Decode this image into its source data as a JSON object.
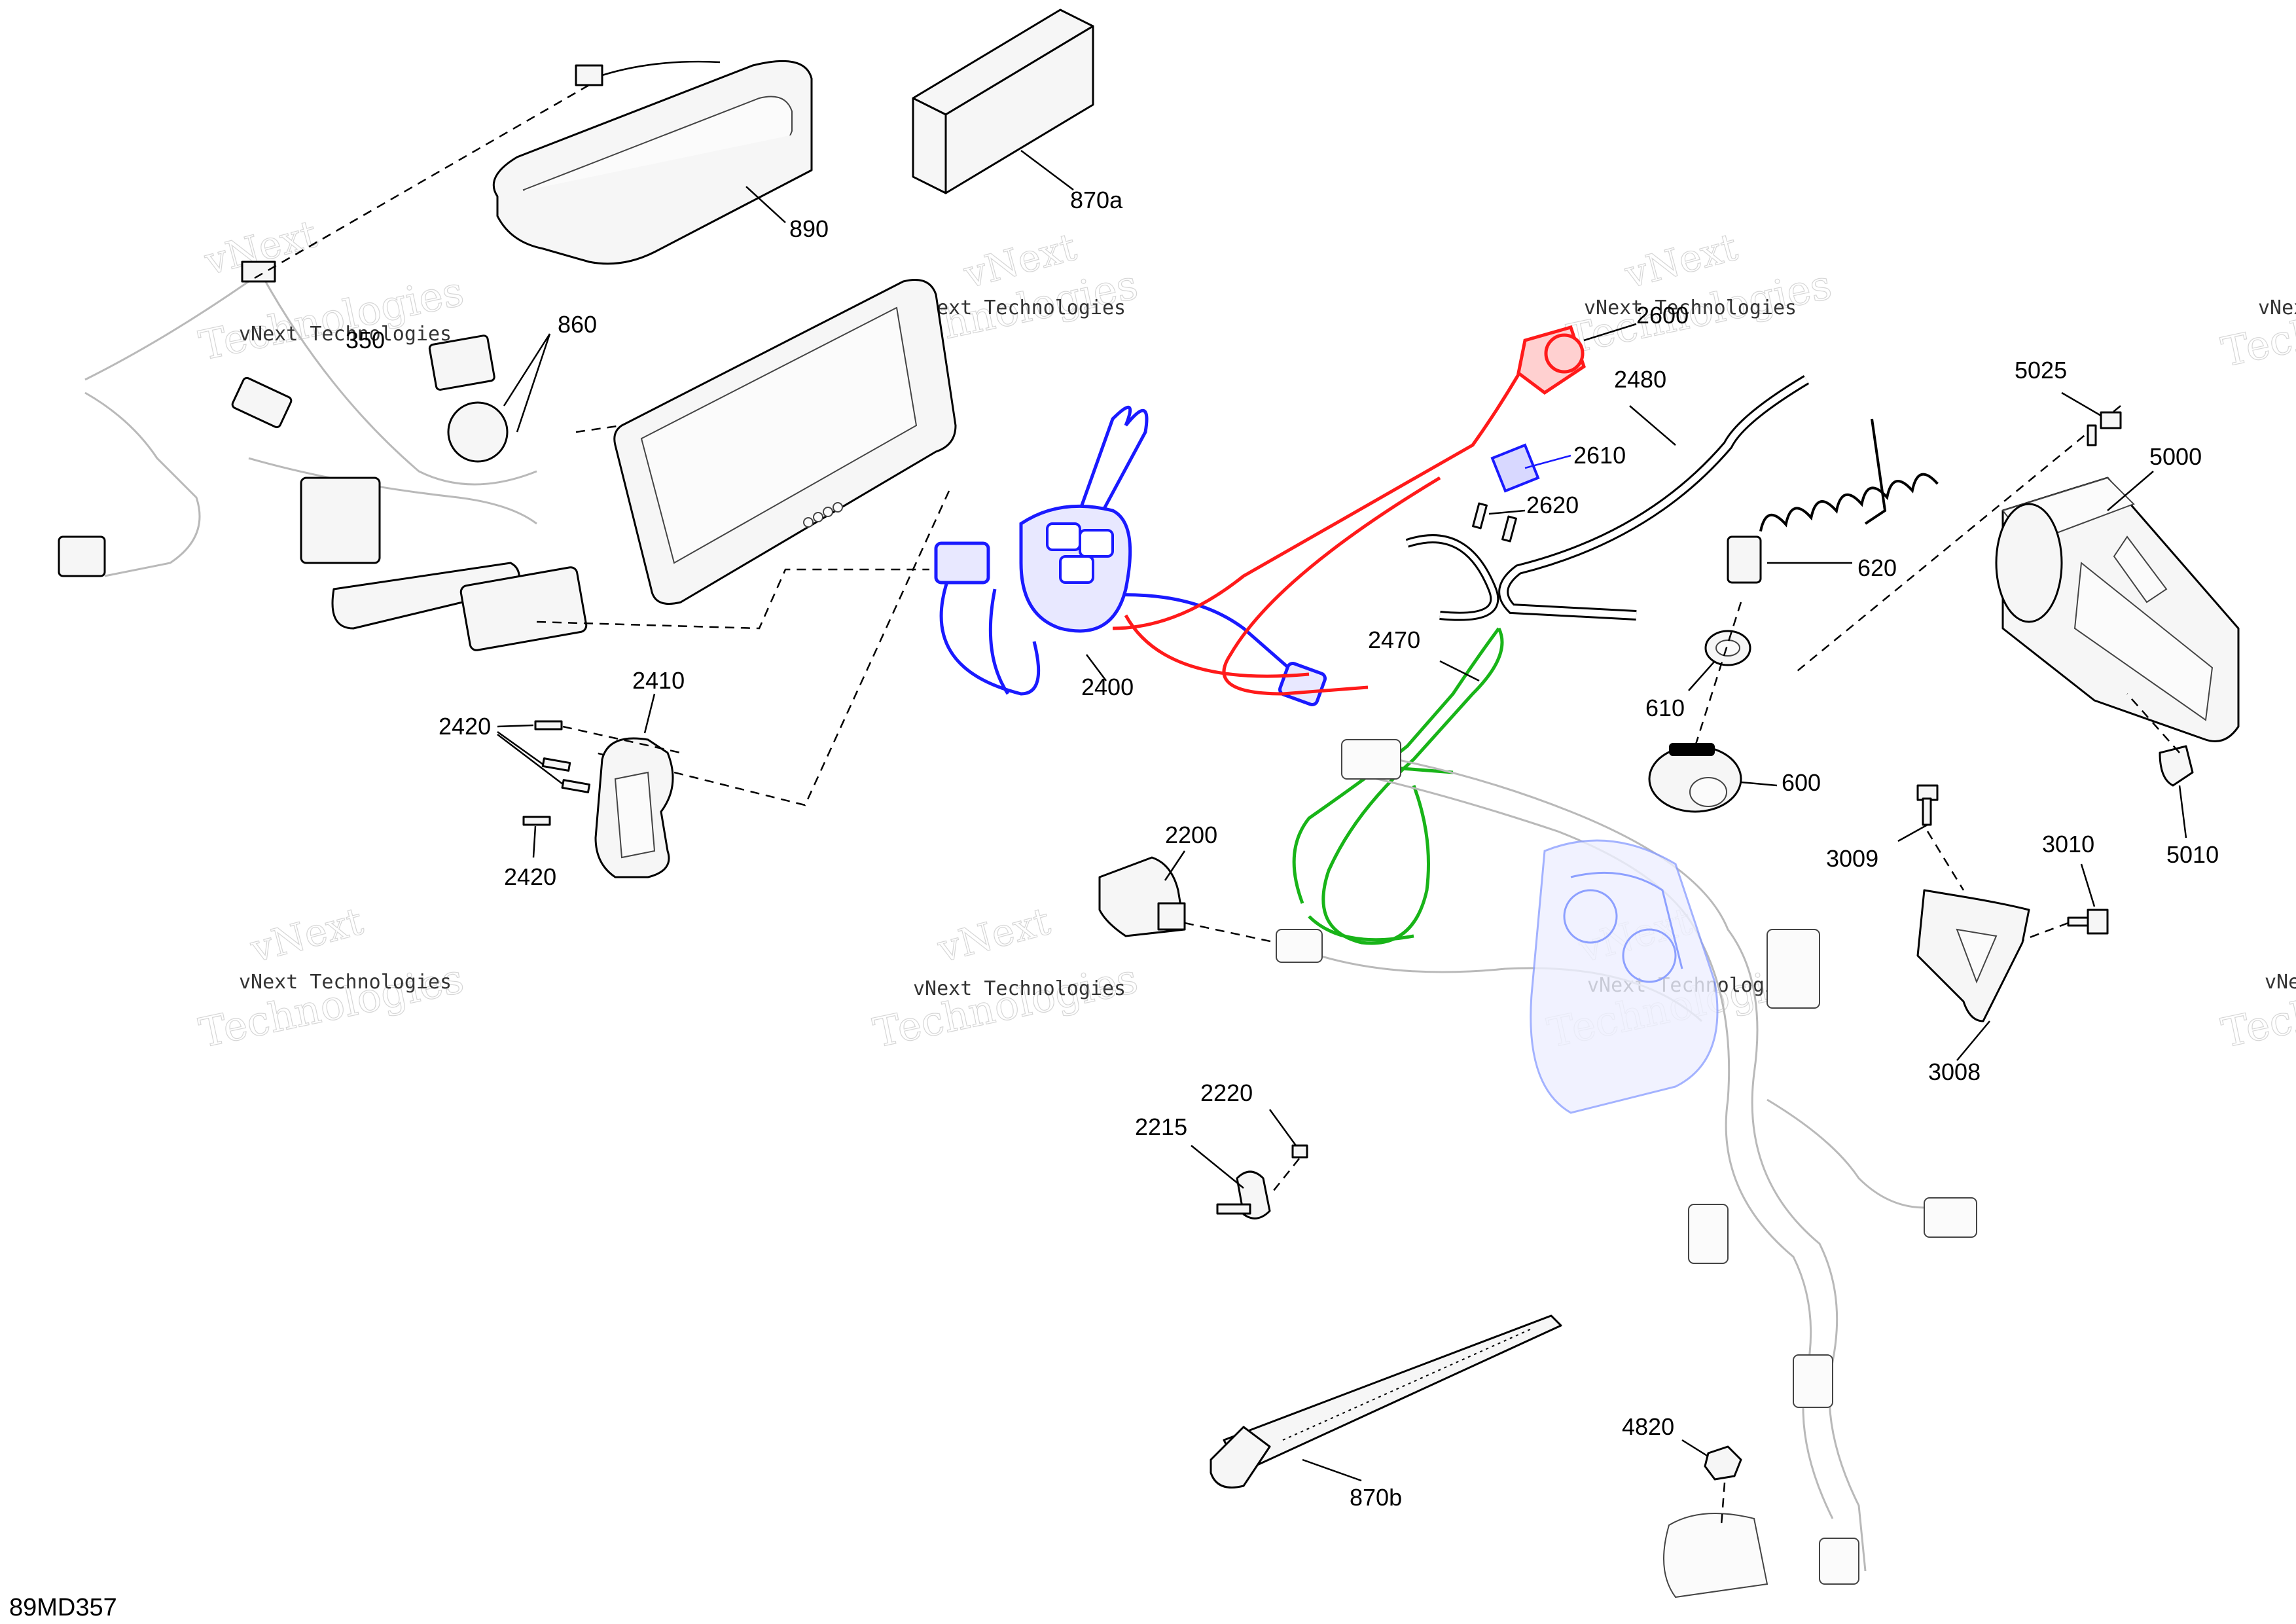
{
  "diagram_code": "89MD357",
  "watermark": {
    "line1": "vNext Technologies",
    "line2": "Technologies",
    "brand": "vNext"
  },
  "callouts": {
    "c890": "890",
    "c870a": "870a",
    "c860": "860",
    "c350": "350",
    "c2410": "2410",
    "c2420a": "2420",
    "c2420b": "2420",
    "c2400": "2400",
    "c2200": "2200",
    "c2215": "2215",
    "c2220": "2220",
    "c870b": "870b",
    "c2600": "2600",
    "c2480": "2480",
    "c2610": "2610",
    "c2620": "2620",
    "c2470": "2470",
    "c620": "620",
    "c610": "610",
    "c600": "600",
    "c5025": "5025",
    "c5000": "5000",
    "c5010": "5010",
    "c3009": "3009",
    "c3010": "3010",
    "c3008": "3008",
    "c4820": "4820"
  },
  "colors": {
    "highlight_blue": "#1a1aff",
    "highlight_red": "#ff1a1a",
    "highlight_green": "#18b418",
    "ghost_part": "#b9b9b9"
  }
}
